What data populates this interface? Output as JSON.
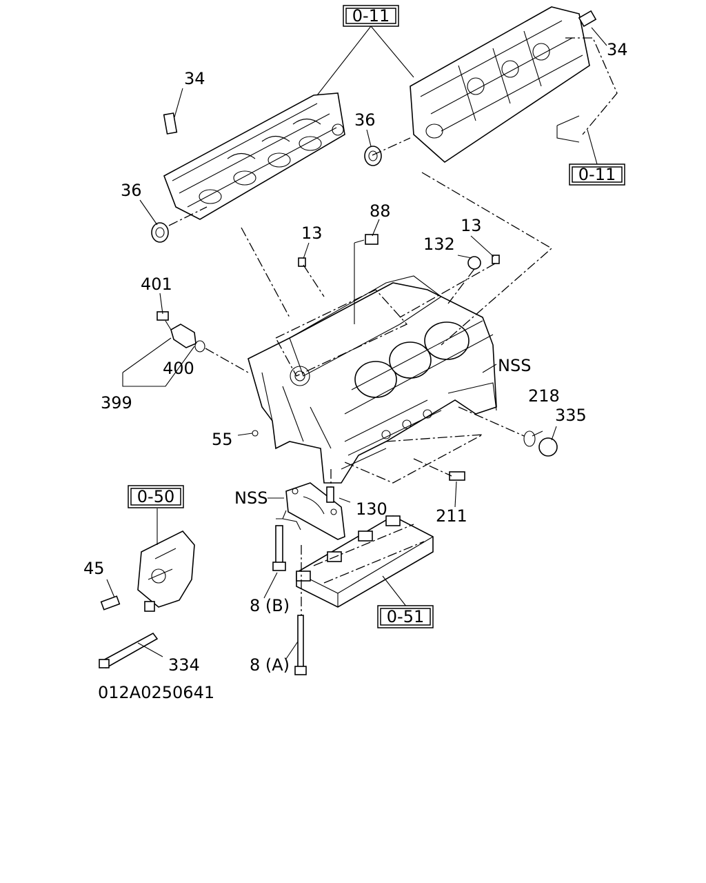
{
  "diagram_id": "012A0250641",
  "refs": {
    "head_right_top": "0-11",
    "head_right_side": "0-11",
    "oil_filter": "0-50",
    "bed_plate": "0-51"
  },
  "labels": {
    "p34_left": "34",
    "p34_right": "34",
    "p36_left": "36",
    "p36_mid": "36",
    "p88": "88",
    "p13_left": "13",
    "p13_right": "13",
    "p132": "132",
    "p401": "401",
    "p400": "400",
    "p399": "399",
    "p55": "55",
    "nss_block": "NSS",
    "nss_cap": "NSS",
    "p218": "218",
    "p335": "335",
    "p130": "130",
    "p211": "211",
    "p45": "45",
    "p8b": "8 (B)",
    "p8a": "8 (A)",
    "p334": "334"
  }
}
